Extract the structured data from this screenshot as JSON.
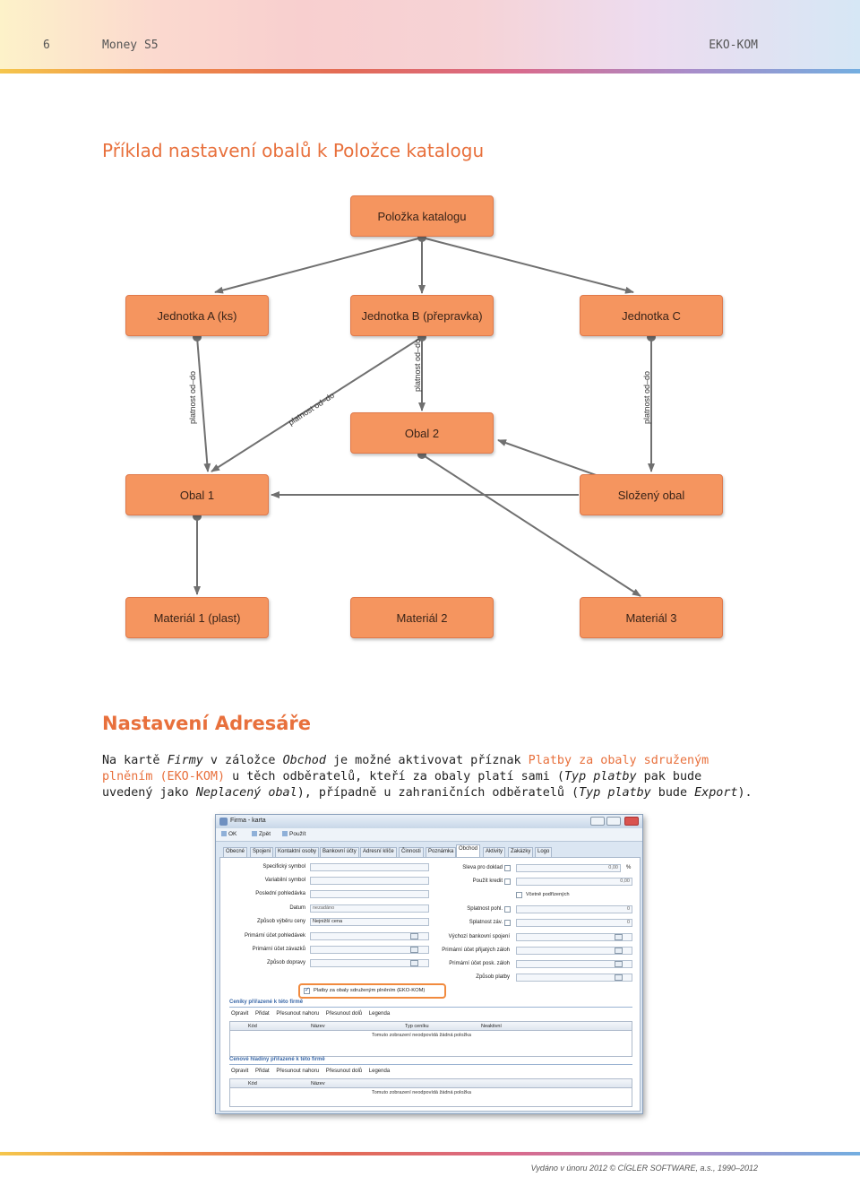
{
  "header": {
    "page_number": "6",
    "product": "Money S5",
    "section": "EKO-KOM"
  },
  "title_example": "Příklad nastavení obalů k Položce katalogu",
  "diagram": {
    "nodes": {
      "polozka": "Položka katalogu",
      "jednotka_a": "Jednotka A (ks)",
      "jednotka_b": "Jednotka B (přepravka)",
      "jednotka_c": "Jednotka C",
      "obal2": "Obal 2",
      "obal1": "Obal 1",
      "slozeny": "Složený obal",
      "mat1": "Materiál 1 (plast)",
      "mat2": "Materiál 2",
      "mat3": "Materiál 3"
    },
    "edge_label": "platnost od–do"
  },
  "title_settings": "Nastavení Adresáře",
  "paragraph": {
    "p1": "Na kartě ",
    "firmy": "Firmy",
    "p2": " v záložce ",
    "obchod": "Obchod",
    "p3": " je možné aktivovat příznak ",
    "flag": "Platby za obaly sdruženým plněním (EKO-KOM)",
    "p4": " u těch odběratelů, kteří za obaly platí sami (",
    "typ1": "Typ platby",
    "p5": " pak bude uvedený jako ",
    "neplaceny": "Neplacený obal",
    "p6": "), případně u zahraničních odběratelů (",
    "typ2": "Typ platby",
    "p7": " bude ",
    "export": "Export",
    "p8": ")."
  },
  "window": {
    "title": "Firma - karta",
    "toolbar": {
      "ok": "OK",
      "back": "Zpět",
      "use": "Použít"
    },
    "tabs": [
      "Obecné",
      "Spojení",
      "Kontaktní osoby",
      "Bankovní účty",
      "Adresní klíče",
      "Činnosti",
      "Poznámka",
      "Obchod",
      "Aktivity",
      "Zakázky",
      "Logo"
    ],
    "active_tab": "Obchod",
    "left_fields": {
      "specificky": "Specifický symbol",
      "variabilni": "Variabilní symbol",
      "posledni": "Poslední pohledávka",
      "datum": "Datum",
      "datum_value": "nezadáno",
      "zpusob_vyberu": "Způsob výběru ceny",
      "zpusob_vyberu_value": "Nejnižší cena",
      "primarni_pohl": "Primární účet pohledávek",
      "primarni_zav": "Primární účet závazků",
      "zpusob_dopravy": "Způsob dopravy"
    },
    "right_fields": {
      "sleva": "Sleva pro doklad",
      "sleva_value": "0,00",
      "sleva_unit": "%",
      "pouzit_kredit": "Použít kredit",
      "kredit_value": "0,00",
      "vcetne": "Včetně podřízených",
      "splatnost_pohl": "Splatnost pohl.",
      "splatnost_pohl_value": "0",
      "splatnost_zav": "Splatnost záv.",
      "splatnost_zav_value": "0",
      "vychozi_bank": "Výchozí bankovní spojení",
      "primarni_prij": "Primární účet přijatých záloh",
      "primarni_posk": "Primární účet posk. záloh",
      "zpusob_platby": "Způsob platby"
    },
    "checkbox_flag": "Platby za obaly sdruženým plněním (EKO-KOM)",
    "ceniky": {
      "title": "Ceníky přiřazené k této firmě",
      "tools": [
        "Opravit",
        "Přidat",
        "Přesunout nahoru",
        "Přesunout dolů",
        "Legenda"
      ],
      "cols": [
        "Kód",
        "Název",
        "Typ ceníku",
        "Neaktivní"
      ],
      "empty": "Tomuto zobrazení neodpovídá žádná položka"
    },
    "cenove_hladiny": {
      "title": "Cenové hladiny přiřazené k této firmě",
      "tools": [
        "Opravit",
        "Přidat",
        "Přesunout nahoru",
        "Přesunout dolů",
        "Legenda"
      ],
      "cols": [
        "Kód",
        "Název"
      ],
      "empty": "Tomuto zobrazení neodpovídá žádná položka"
    }
  },
  "footer": "Vydáno v únoru 2012 © CÍGLER SOFTWARE, a.s., 1990–2012",
  "colors": {
    "accent": "#e8703c",
    "node": "#f5955f",
    "edge": "#707070"
  }
}
